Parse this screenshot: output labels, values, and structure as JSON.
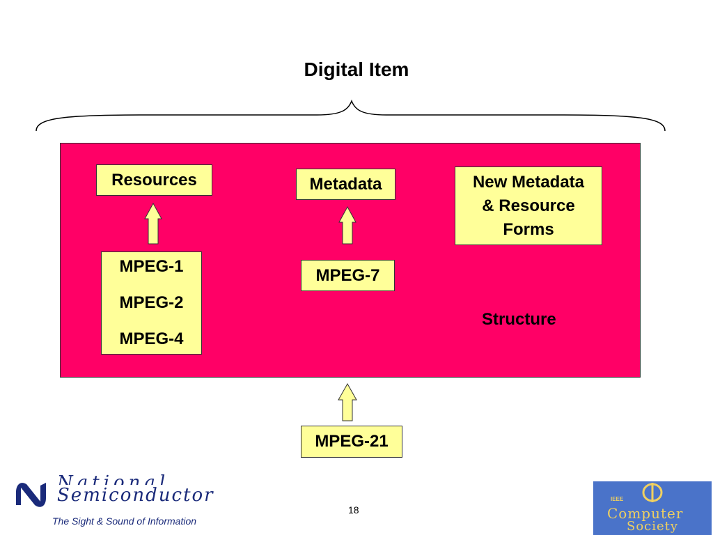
{
  "title": "Digital Item",
  "structure_label": "Structure",
  "boxes": {
    "resources": "Resources",
    "metadata": "Metadata",
    "new_metadata": [
      "New Metadata",
      "& Resource",
      "Forms"
    ],
    "mpeg_124": [
      "MPEG-1",
      "MPEG-2",
      "MPEG-4"
    ],
    "mpeg7": "MPEG-7",
    "mpeg21": "MPEG-21"
  },
  "page_number": "18",
  "footer": {
    "national_line1": "National",
    "national_line2": "Semiconductor",
    "tagline": "The Sight & Sound of Information",
    "cs_ieee": "IEEE",
    "cs_line1": "Computer",
    "cs_line2": "Society"
  },
  "colors": {
    "structure_fill": "#ff0066",
    "box_fill": "#ffff99",
    "arrow_fill": "#ffff99"
  }
}
